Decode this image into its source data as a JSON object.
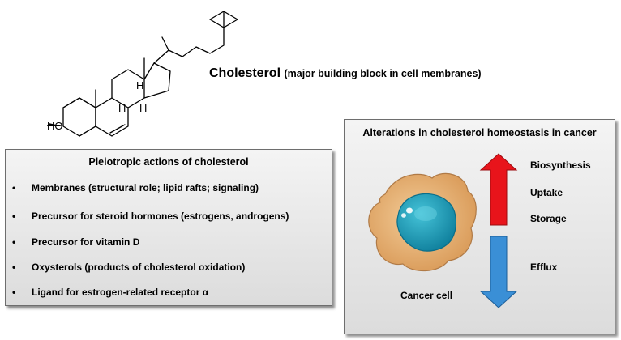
{
  "molecule": {
    "name": "Cholesterol",
    "description": "(major building block in cell membranes)",
    "atom_labels": [
      "HO",
      "H",
      "H",
      "H"
    ]
  },
  "actions_panel": {
    "title": "Pleiotropic actions of cholesterol",
    "bullet": "•",
    "items": [
      "Membranes (structural role; lipid rafts; signaling)",
      "Precursor for steroid hormones (estrogens, androgens)",
      "Precursor for vitamin D",
      "Oxysterols (products of cholesterol oxidation)",
      "Ligand for estrogen-related receptor α"
    ]
  },
  "cancer_panel": {
    "title": "Alterations in cholesterol homeostasis in cancer",
    "cell_label": "Cancer cell",
    "up_items": [
      "Biosynthesis",
      "Uptake",
      "Storage"
    ],
    "down_items": [
      "Efflux"
    ]
  },
  "colors": {
    "up_arrow": "#e8141b",
    "down_arrow": "#3a8fd6",
    "cell_body": "#e7b27a",
    "nucleus": "#1ba3c0"
  }
}
